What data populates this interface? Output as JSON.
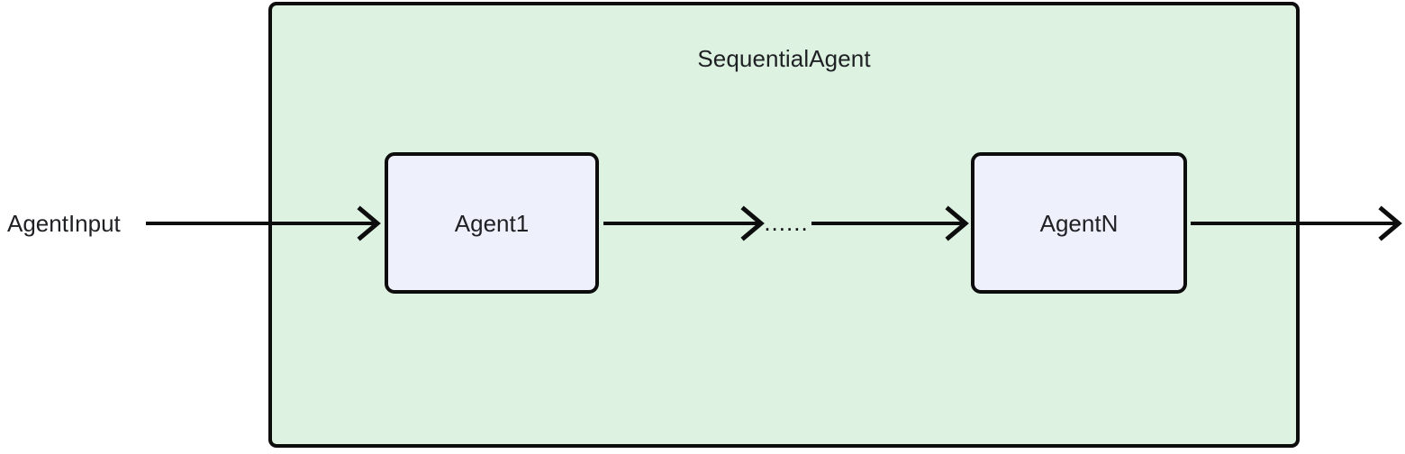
{
  "diagram": {
    "type": "flow",
    "title": "SequentialAgent",
    "external_input_label": "AgentInput",
    "ellipsis_label": "......",
    "container": {
      "name": "SequentialAgent",
      "fill_color": "#ddf2e1",
      "border_color": "#0d0d0d"
    },
    "nodes": [
      {
        "id": "agent-first",
        "label": "Agent1",
        "fill_color": "#eef1fc",
        "border_color": "#0d0d0d"
      },
      {
        "id": "agent-last",
        "label": "AgentN",
        "fill_color": "#eef1fc",
        "border_color": "#0d0d0d"
      }
    ],
    "edges": [
      {
        "from": "AgentInput",
        "to": "Agent1",
        "style": "arrow"
      },
      {
        "from": "Agent1",
        "to": "......",
        "style": "arrow"
      },
      {
        "from": "......",
        "to": "AgentN",
        "style": "arrow"
      },
      {
        "from": "AgentN",
        "to": "output",
        "style": "arrow"
      }
    ],
    "text_color": "#1f2023",
    "background_color": "#ffffff"
  }
}
